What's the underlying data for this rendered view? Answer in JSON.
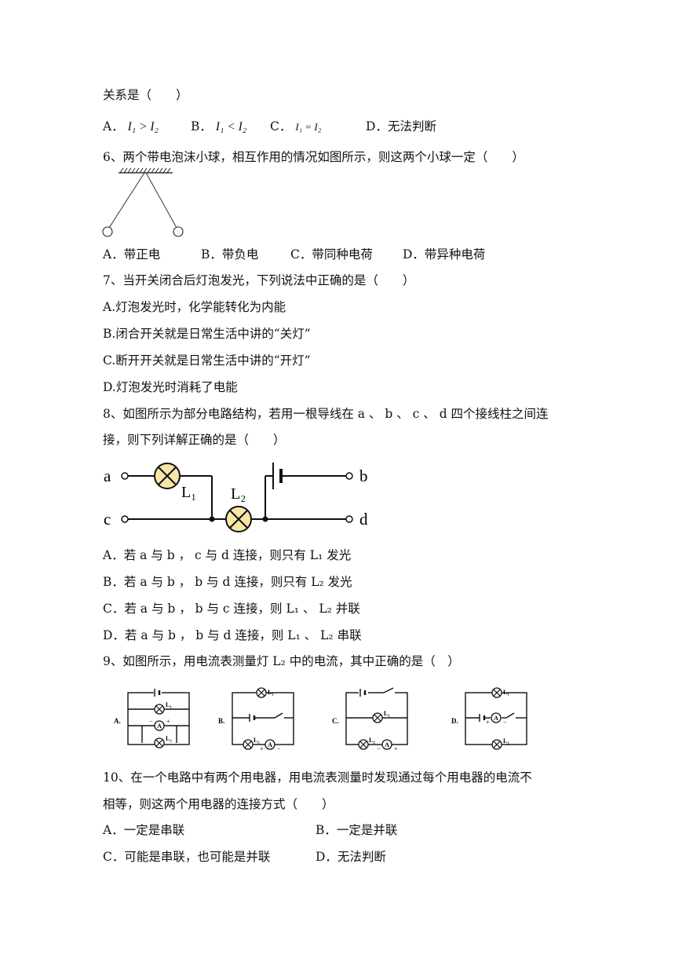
{
  "q5": {
    "tail": "关系是（　　）",
    "opts": [
      {
        "letter": "A．",
        "math": "I₁ > I₂"
      },
      {
        "letter": "B．",
        "math": "I₁ < I₂"
      },
      {
        "letter": "C．",
        "math": "I₁ = I₂"
      },
      {
        "letter": "D．",
        "text": "无法判断"
      }
    ]
  },
  "q6": {
    "stem": "6、两个带电泡沫小球，相互作用的情况如图所示，则这两个小球一定（　　）",
    "opts": [
      "A．带正电",
      "B．带负电",
      "C．带同种电荷",
      "D．带异种电荷"
    ]
  },
  "q7": {
    "stem": "7、当开关闭合后灯泡发光，下列说法中正确的是（　　）",
    "opts": [
      "A.灯泡发光时，化学能转化为内能",
      "B.闭合开关就是日常生活中讲的“关灯”",
      "C.断开开关就是日常生活中讲的“开灯”",
      "D.灯泡发光时消耗了电能"
    ]
  },
  "q8": {
    "stem1": "8、如图所示为部分电路结构，若用一根导线在 a 、 b 、 c 、 d 四个接线柱之间连",
    "stem2": "接，则下列详解正确的是（　　）",
    "diagram": {
      "a": "a",
      "b": "b",
      "c": "c",
      "d": "d",
      "L1": "L₁",
      "L2": "L₂"
    },
    "opts": [
      "A．若 a 与 b ， c 与 d 连接，则只有 L₁ 发光",
      "B．若 a 与 b ， b 与 d 连接，则只有 L₂ 发光",
      "C．若 a 与 b ， b 与 c 连接，则 L₁ 、 L₂ 并联",
      "D．若 a 与 b ， b 与 d 连接，则 L₁ 、 L₂ 串联"
    ]
  },
  "q9": {
    "stem": "9、如图所示，用电流表测量灯 L₂ 中的电流，其中正确的是（　）",
    "diagrams": {
      "A": "A.",
      "B": "B.",
      "C": "C.",
      "D": "D.",
      "L1": "L₁",
      "L2": "L₂",
      "meter": "A",
      "plus": "+",
      "minus": "−"
    }
  },
  "q10": {
    "stem1": "10、在一个电路中有两个用电器，用电流表测量时发现通过每个用电器的电流不",
    "stem2": "相等，则这两个用电器的连接方式（　　）",
    "opts": [
      "A．一定是串联",
      "B．一定是并联",
      "C．可能是串联，也可能是并联",
      "D．无法判断"
    ]
  }
}
